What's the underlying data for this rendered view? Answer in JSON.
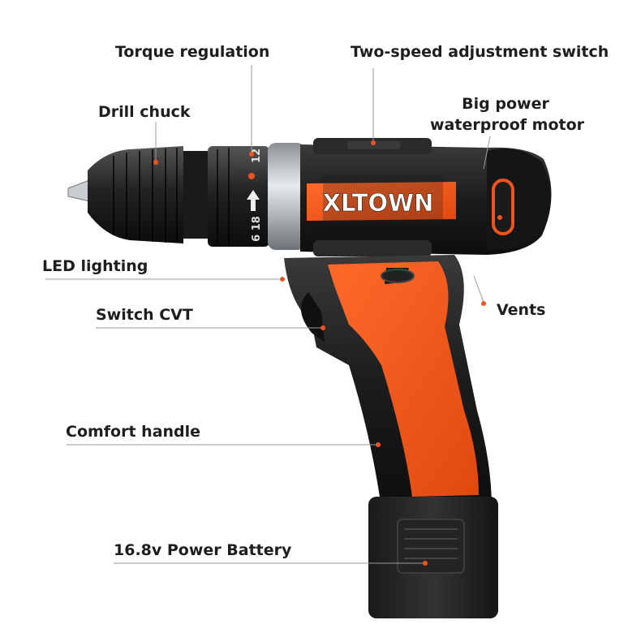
{
  "brand": "XLTOWN",
  "speed_marks": {
    "top": "12",
    "bottom": "6 18"
  },
  "labels": {
    "torque": "Torque regulation",
    "two_speed": "Two-speed adjustment switch",
    "drill_chuck": "Drill chuck",
    "motor_line1": "Big power",
    "motor_line2": "waterproof motor",
    "led": "LED lighting",
    "vents": "Vents",
    "switch_cvt": "Switch CVT",
    "comfort": "Comfort handle",
    "battery": "16.8v Power Battery"
  },
  "colors": {
    "accent": "#f0541e",
    "body": "#1b1b1b",
    "metal": "#bfc3c7",
    "leader": "#9a9a9a"
  }
}
